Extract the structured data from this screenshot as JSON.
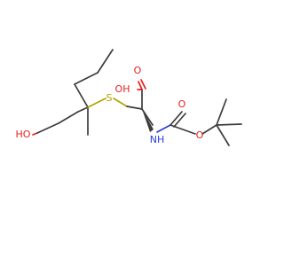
{
  "structure": {
    "atoms": {
      "hydroxyl": "HO",
      "sulfur": "S",
      "acid_hydroxyl": "OH",
      "acid_carbonyl_oxygen": "O",
      "amine": "NH",
      "carbamate_carbonyl_oxygen": "O",
      "carbamate_ester_oxygen": "O"
    },
    "colors": {
      "bond": "#3c3c3c",
      "oxygen": "#e61e1e",
      "nitrogen": "#2a3ddc",
      "sulfur": "#b3a200"
    }
  }
}
